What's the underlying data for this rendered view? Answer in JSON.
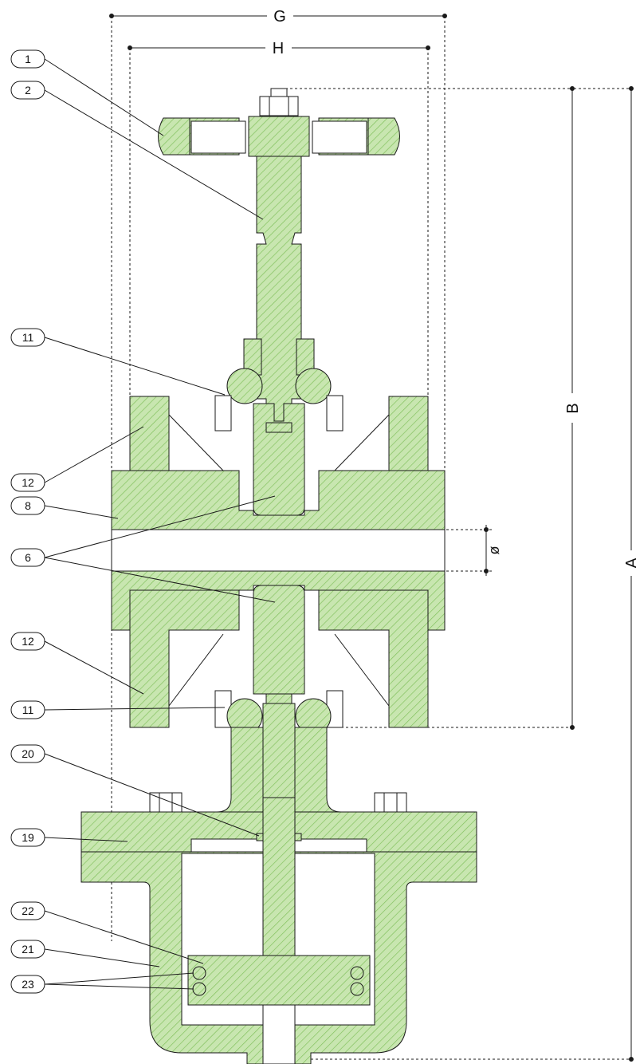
{
  "colors": {
    "fill": "#c8e6b0",
    "hatch": "#7fbf5a",
    "line": "#1a1a1a"
  },
  "dimensions": {
    "G": "G",
    "H": "H",
    "B": "B",
    "A": "A",
    "diameter": "ø"
  },
  "callouts": [
    {
      "label": "1"
    },
    {
      "label": "2"
    },
    {
      "label": "11"
    },
    {
      "label": "12"
    },
    {
      "label": "8"
    },
    {
      "label": "6"
    },
    {
      "label": "12"
    },
    {
      "label": "11"
    },
    {
      "label": "20"
    },
    {
      "label": "19"
    },
    {
      "label": "22"
    },
    {
      "label": "21"
    },
    {
      "label": "23"
    }
  ]
}
